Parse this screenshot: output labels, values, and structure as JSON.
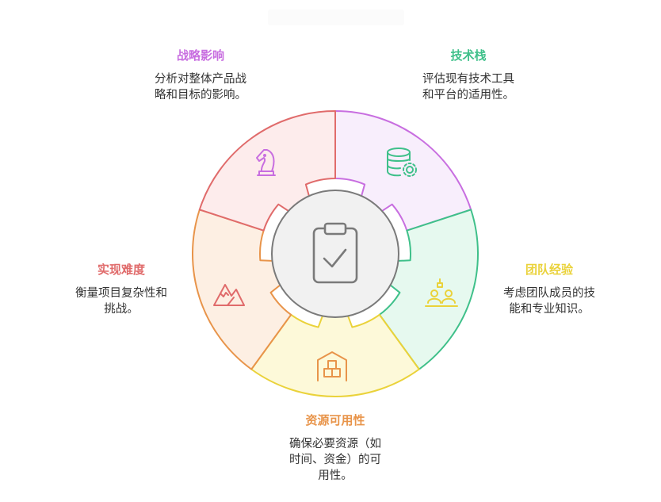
{
  "segments": [
    {
      "id": "strategy",
      "title": "战略影响",
      "desc": "分析对整体产品战\n略和目标的影响。",
      "stroke": "#c86ee0",
      "fill": "#f8eefc",
      "icon": "chess-knight-icon"
    },
    {
      "id": "tech",
      "title": "技术栈",
      "desc": "评估现有技术工具\n和平台的适用性。",
      "stroke": "#3fc08a",
      "fill": "#e6f9ef",
      "icon": "database-gear-icon"
    },
    {
      "id": "team",
      "title": "团队经验",
      "desc": "考虑团队成员的技\n能和专业知识。",
      "stroke": "#ead23a",
      "fill": "#fdf9d9",
      "icon": "team-presentation-icon"
    },
    {
      "id": "resources",
      "title": "资源可用性",
      "desc": "确保必要资源（如\n时间、资金）的可\n用性。",
      "stroke": "#e8944a",
      "fill": "#fdefe3",
      "icon": "warehouse-boxes-icon"
    },
    {
      "id": "difficulty",
      "title": "实现难度",
      "desc": "衡量项目复杂性和\n挑战。",
      "stroke": "#e06b6b",
      "fill": "#fdecec",
      "icon": "mountain-icon"
    }
  ],
  "center": {
    "icon": "clipboard-check-icon",
    "stroke": "#7a7a7a",
    "fill": "#f1f1f1"
  }
}
